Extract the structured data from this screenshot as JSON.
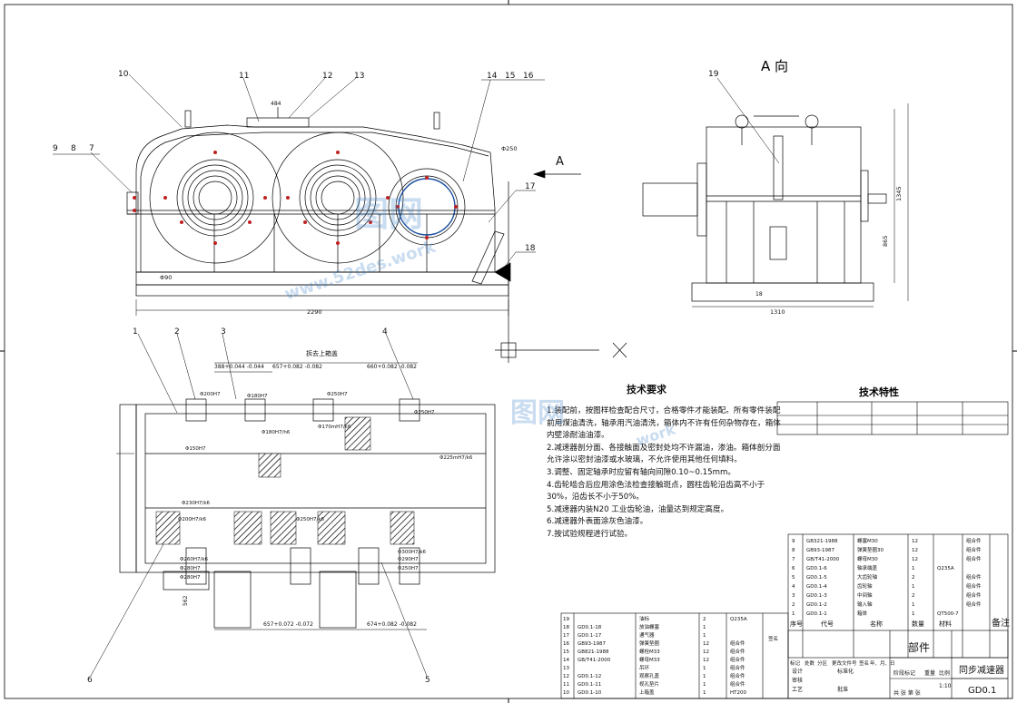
{
  "view_title": "A 向",
  "arrow_label": "A",
  "section_label": "拆去上箱盖",
  "tech_requirements": {
    "title": "技术要求",
    "items": [
      "1.装配前，按图样检查配合尺寸，合格零件才能装配。所有零件装配前用煤油清洗，轴承用汽油清洗，箱体内不许有任何杂物存在，箱体内壁涂耐油油漆。",
      "2.减速器剖分面、各接触面及密封处均不许漏油，渗油。箱体剖分面允许涂以密封油漆或水玻璃，不允许使用其他任何填料。",
      "3.调整、固定轴承时应留有轴向间隙0.10~0.15mm。",
      "4.齿轮啮合后应用涂色法检查接触斑点，圆柱齿轮沿齿高不小于30%，沿齿长不小于50%。",
      "5.减速器内装N20 工业齿轮油，油量达到规定高度。",
      "6.减速器外表面涂灰色油漆。",
      "7.按试验规程进行试验。"
    ]
  },
  "tech_features_title": "技术特性",
  "dimensions": {
    "overall_length": "2290",
    "right_width": "1310",
    "right_height": "1345",
    "right_mid": "865",
    "bolt": "Φ250",
    "foot": "Φ90",
    "top_span": "484",
    "small": "18",
    "d1": "657+0.082 -0.082",
    "d2": "657+0.072 -0.072",
    "d3": "674+0.082 -0.082",
    "d4": "388+0.044 -0.044",
    "d5": "660+0.082 -0.082",
    "d6": "562"
  },
  "fits": [
    "Φ200H7",
    "Φ180H7/h6",
    "Φ170mH7/k6",
    "Φ250H7",
    "Φ250H7",
    "Φ180H7",
    "Φ150H7",
    "Φ200H7/k6",
    "Φ230H7/k6",
    "Φ250H7/k6",
    "Φ225mH7/k6",
    "Φ260H7/k6",
    "Φ280H7",
    "Φ290H7",
    "Φ300H7/k6",
    "Φ280H7",
    "Φ250H7"
  ],
  "part_callouts_top": [
    "10",
    "11",
    "12",
    "13",
    "14",
    "15",
    "16",
    "9",
    "8",
    "7",
    "17",
    "18",
    "19"
  ],
  "part_callouts_plan": [
    "1",
    "2",
    "3",
    "4",
    "5",
    "6"
  ],
  "bom_right": {
    "rows": [
      {
        "no": "9",
        "code": "GB321-1988",
        "name": "螺塞M30",
        "qty": "12",
        "mat": "",
        "note": "组合件"
      },
      {
        "no": "8",
        "code": "GB93-1987",
        "name": "弹簧垫圈30",
        "qty": "12",
        "mat": "",
        "note": "组合件"
      },
      {
        "no": "7",
        "code": "GB/T41-2000",
        "name": "螺母M30",
        "qty": "12",
        "mat": "",
        "note": "组合件"
      },
      {
        "no": "6",
        "code": "GD0.1-6",
        "name": "轴承端盖",
        "qty": "1",
        "mat": "Q235A",
        "note": ""
      },
      {
        "no": "5",
        "code": "GD0.1-5",
        "name": "大齿轮轴",
        "qty": "2",
        "mat": "",
        "note": "组合件"
      },
      {
        "no": "4",
        "code": "GD0.1-4",
        "name": "齿轮轴",
        "qty": "1",
        "mat": "",
        "note": "组合件"
      },
      {
        "no": "3",
        "code": "GD0.1-3",
        "name": "中间轴",
        "qty": "2",
        "mat": "",
        "note": "组合件"
      },
      {
        "no": "2",
        "code": "GD0.1-2",
        "name": "输入轴",
        "qty": "1",
        "mat": "",
        "note": "组合件"
      },
      {
        "no": "1",
        "code": "GD0.1-1",
        "name": "箱体",
        "qty": "1",
        "mat": "QT500-7",
        "note": ""
      }
    ],
    "header": {
      "no": "序号",
      "code": "代号",
      "name": "名称",
      "qty": "数量",
      "mat": "材料",
      "note": "备注"
    }
  },
  "bom_left": {
    "rows": [
      {
        "no": "19",
        "code": "",
        "name": "油标",
        "qty": "2",
        "mat": "Q235A"
      },
      {
        "no": "18",
        "code": "GD0.1-18",
        "name": "放油螺塞",
        "qty": "1",
        "mat": ""
      },
      {
        "no": "17",
        "code": "GD0.1-17",
        "name": "通气器",
        "qty": "1",
        "mat": ""
      },
      {
        "no": "16",
        "code": "GB93-1987",
        "name": "弹簧垫圈",
        "qty": "12",
        "mat": "组合件"
      },
      {
        "no": "15",
        "code": "GB821-1988",
        "name": "螺栓M33",
        "qty": "12",
        "mat": "组合件"
      },
      {
        "no": "14",
        "code": "GB/T41-2000",
        "name": "螺母M33",
        "qty": "12",
        "mat": "组合件"
      },
      {
        "no": "13",
        "code": "",
        "name": "吊环",
        "qty": "1",
        "mat": "组合件"
      },
      {
        "no": "12",
        "code": "GD0.1-12",
        "name": "观察孔盖",
        "qty": "1",
        "mat": "组合件"
      },
      {
        "no": "11",
        "code": "GD0.1-11",
        "name": "视孔垫片",
        "qty": "1",
        "mat": "组合件"
      },
      {
        "no": "10",
        "code": "GD0.1-10",
        "name": "上箱盖",
        "qty": "1",
        "mat": "HT200"
      }
    ]
  },
  "title_block": {
    "part_label": "部件",
    "drawing_name": "同步减速器",
    "drawing_no": "GD0.1",
    "scale": "1:10",
    "sheets": "共 张 第 张",
    "stage_label": "阶段标记",
    "weight_label": "重量",
    "scale_label": "比例",
    "design": "设计",
    "check": "审核",
    "process": "工艺",
    "approve": "批准",
    "std": "标准化",
    "marks": "标记",
    "count": "处数",
    "zone": "分区",
    "change_doc": "更改文件号",
    "sign": "签名",
    "date": "年、月、日",
    "sign_date_note": "签名"
  },
  "watermark": {
    "brand": "图网",
    "site": "www.52des.work",
    "site2": "work"
  }
}
